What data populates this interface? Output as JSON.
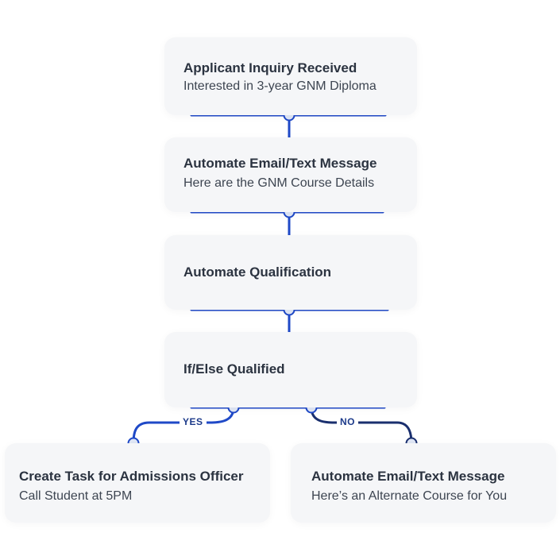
{
  "steps": [
    {
      "title": "Applicant Inquiry Received",
      "subtitle": "Interested in 3-year GNM Diploma"
    },
    {
      "title": "Automate Email/Text Message",
      "subtitle": "Here are the GNM Course Details"
    },
    {
      "title": "Automate Qualification"
    },
    {
      "title": "If/Else Qualified"
    }
  ],
  "branches": {
    "yes": {
      "label": "YES",
      "title": "Create Task for Admissions Officer",
      "subtitle": "Call Student at 5PM"
    },
    "no": {
      "label": "NO",
      "title": "Automate Email/Text Message",
      "subtitle": "Here’s an Alternate Course for You"
    }
  },
  "colors": {
    "connector": "#1f49c7",
    "connector_dark": "#1a2f6e",
    "card": "#f5f6f8",
    "node_fill": "#dfe6f5"
  }
}
